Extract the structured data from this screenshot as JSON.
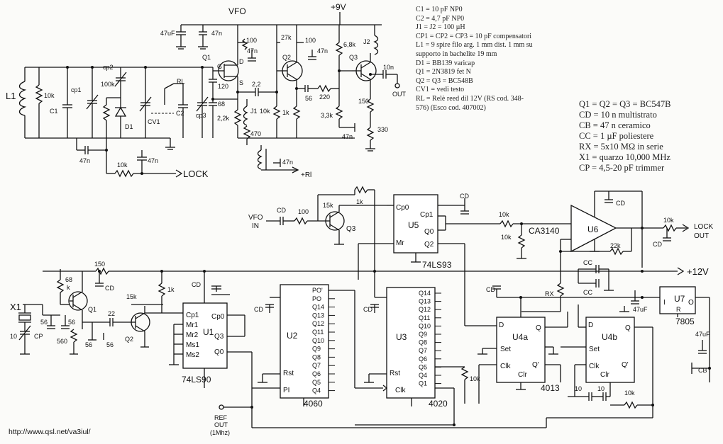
{
  "title": "VFO",
  "supply_top": "+9V",
  "notes_top": [
    "C1 = 10 pF NP0",
    "C2 = 4,7 pF NP0",
    "J1 = J2 = 100 µH",
    "CP1 = CP2 = CP3 = 10 pF compensatori",
    "L1 = 9 spire filo arg. 1 mm dist. 1 mm su",
    "supporto in bachelite 19 mm",
    "D1 = BB139 varicap",
    "Q1 = 2N3819 fet N",
    "Q2 = Q3 = BC548B",
    "CV1 = vedi testo",
    "RL = Relè reed dil 12V (RS cod. 348-",
    "576) (Esco cod. 407002)"
  ],
  "notes_right": [
    "Q1 = Q2 = Q3 = BC547B",
    "CD = 10 n multistrato",
    "CB = 47 n ceramico",
    "CC = 1 µF poliestere",
    "RX = 5x10 MΩ in serie",
    "X1 = quarzo 10,000 MHz",
    "CP = 4,5-20 pF trimmer"
  ],
  "url": "http://www.qsl.net/va3iul/",
  "ports": {
    "lock": "LOCK",
    "plus_rl": "+Rl",
    "out": "OUT",
    "vfo_in_1": "VFO",
    "vfo_in_2": "IN",
    "lock_out_1": "LOCK",
    "lock_out_2": "OUT",
    "ref_out_1": "REF",
    "ref_out_2": "OUT",
    "ref_out_3": "(1Mhz)",
    "plus12": "+12V"
  },
  "ics": {
    "u1": {
      "name": "U1",
      "part": "74LS90",
      "pins_left": [
        "Cp1",
        "Mr1",
        "Mr2",
        "Ms1",
        "Ms2"
      ],
      "pins_right": [
        "Cp0",
        "Q3",
        "Q0"
      ]
    },
    "u2": {
      "name": "U2",
      "part": "4060",
      "pins_left": [
        "Rst",
        "PI"
      ],
      "pins_right": [
        "PO'",
        "PO",
        "Q14",
        "Q13",
        "Q12",
        "Q11",
        "Q10",
        "Q9",
        "Q8",
        "Q7",
        "Q6",
        "Q5",
        "Q4"
      ]
    },
    "u3": {
      "name": "U3",
      "part": "4020",
      "pins_left": [
        "Rst",
        "Clk"
      ],
      "pins_right": [
        "Q14",
        "Q13",
        "Q12",
        "Q11",
        "Q10",
        "Q9",
        "Q8",
        "Q7",
        "Q6",
        "Q5",
        "Q4",
        "Q1"
      ]
    },
    "u4a": {
      "name": "U4a",
      "pins": [
        "Set",
        "D",
        "Clk",
        "Clr",
        "Q",
        "Q'"
      ]
    },
    "u4b": {
      "name": "U4b",
      "pins": [
        "Set",
        "D",
        "Clk",
        "Clr",
        "Q",
        "Q'"
      ],
      "part": "4013"
    },
    "u5": {
      "name": "U5",
      "part": "74LS93",
      "pins": [
        "Cp0",
        "Cp1",
        "Q0",
        "Mr",
        "Q2"
      ]
    },
    "u6": {
      "name": "U6",
      "part": "CA3140"
    },
    "u7": {
      "name": "U7",
      "part": "7805",
      "pins": [
        "I",
        "R",
        "O"
      ]
    }
  },
  "components": {
    "vfo": {
      "l1": "L1",
      "r10k": "10k",
      "c1": "C1",
      "cp1": "cp1",
      "cp2": "cp2",
      "r100k": "100k",
      "d1": "D1",
      "rl": "RL",
      "cv1": "CV1",
      "c2": "C2",
      "cp3": "cp3",
      "c47n_a": "47n",
      "r10k_lock": "10k",
      "c47n_b": "47n",
      "c47uf": "47uF",
      "c47n_top": "47n",
      "q1": "Q1",
      "g": "G",
      "d": "D",
      "s": "S",
      "r100": "100",
      "c47n_q1": "47n",
      "c120": "120",
      "c68": "68",
      "r2_2k": "2,2k",
      "c2_2": "2,2",
      "j1": "J1",
      "r470": "470",
      "r10k_q2": "10k",
      "r27k": "27k",
      "q2": "Q2",
      "r100b": "100",
      "c47n_q2": "47n",
      "c56": "56",
      "r220": "220",
      "r1k": "1k",
      "r6_8k": "6,8k",
      "j2": "J2",
      "q3": "Q3",
      "c10n": "10n",
      "r150": "150",
      "r3_3k": "3,3k",
      "c47n_q3": "47n",
      "r330": "330",
      "c47n_rl": "47n"
    },
    "pll": {
      "x1": "X1",
      "c10": "10",
      "cp": "CP",
      "c56a": "56",
      "c56b": "56",
      "r560": "560",
      "r68k_1": "68",
      "r68k_2": "k",
      "q1": "Q1",
      "r150": "150",
      "cd1": "CD",
      "c22": "22",
      "r15k_a": "15k",
      "r1k_a": "1k",
      "q2": "Q2",
      "c56c": "56",
      "c56d": "56",
      "cd2": "CD",
      "cd3": "CD",
      "cd4": "CD",
      "cd5": "CD",
      "cd6": "CD",
      "cd7": "CD",
      "cd_u4": "CD",
      "cd_u6": "CD",
      "r100": "100",
      "r15k_b": "15k",
      "r1k_b": "1k",
      "q3": "Q3",
      "r10k_a": "10k",
      "r10k_b": "10k",
      "r22k": "22k",
      "rx": "RX",
      "cc1": "CC",
      "cc2": "CC",
      "r10k_out": "10k",
      "c47uf_a": "47uF",
      "c47uf_b": "47uF",
      "cb": "CB",
      "r10k_u3": "10k",
      "r10k_u4": "10k",
      "c10_a": "10",
      "c10_b": "10"
    }
  }
}
